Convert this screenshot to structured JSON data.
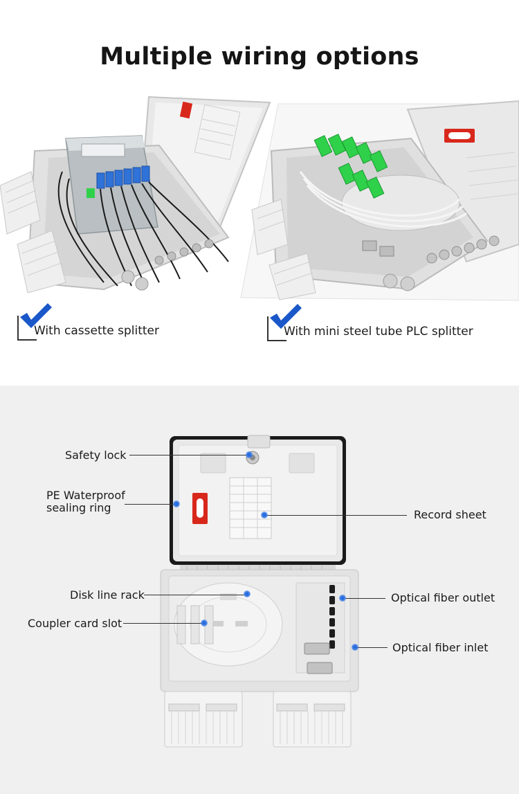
{
  "header": {
    "title": "Multiple wiring options"
  },
  "options": [
    {
      "label": "With cassette splitter"
    },
    {
      "label": "With mini steel tube PLC splitter"
    }
  ],
  "callouts": {
    "safety_lock": "Safety lock",
    "pe_waterproof_line1": "PE Waterproof",
    "pe_waterproof_line2": "sealing ring",
    "record_sheet": "Record sheet",
    "disk_line_rack": "Disk line rack",
    "coupler_card_slot": "Coupler card slot",
    "optical_fiber_outlet": "Optical fiber outlet",
    "optical_fiber_inlet": "Optical fiber inlet"
  },
  "colors": {
    "accent_blue": "#1e5cd6",
    "adapter_blue": "#2f72d8",
    "adapter_green": "#2fd14a",
    "label_red": "#d8281c",
    "box_grey": "#e4e4e4",
    "lower_bg": "#f0f0f0"
  }
}
